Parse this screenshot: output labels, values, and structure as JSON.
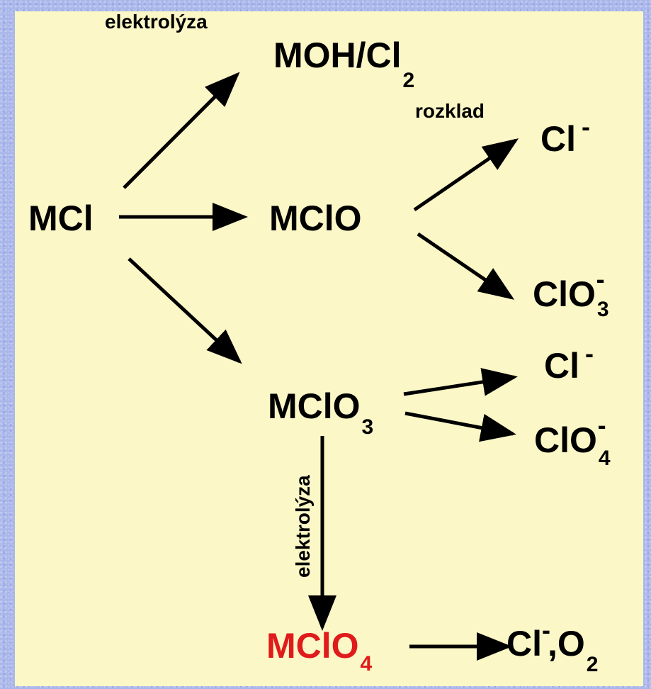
{
  "colors": {
    "background": "#a9b6ea",
    "panel": "#fcf7c6",
    "text": "#000000",
    "highlight": "#e01b1b"
  },
  "labels": {
    "electrolysis_top": "elektrolýza",
    "decomposition": "rozklad",
    "electrolysis_vertical": "elektrolýza"
  },
  "species": {
    "mcl": {
      "main": "MCl"
    },
    "moh_cl2": {
      "main": "MOH/Cl",
      "sub": "2"
    },
    "mclo": {
      "main": "MClO"
    },
    "cl_minus_1": {
      "main": "Cl",
      "sup": "-"
    },
    "clo3_minus": {
      "main": "ClO",
      "sub": "3",
      "sup": "-"
    },
    "mclo3": {
      "main": "MClO",
      "sub": "3"
    },
    "cl_minus_2": {
      "main": "Cl",
      "sup": "-"
    },
    "clo4_minus": {
      "main": "ClO",
      "sub": "4",
      "sup": "-"
    },
    "mclo4": {
      "main": "MClO",
      "sub": "4"
    },
    "cl_o2": {
      "main1": "Cl",
      "sup": "-",
      "main2": ",O",
      "sub": "2"
    }
  }
}
